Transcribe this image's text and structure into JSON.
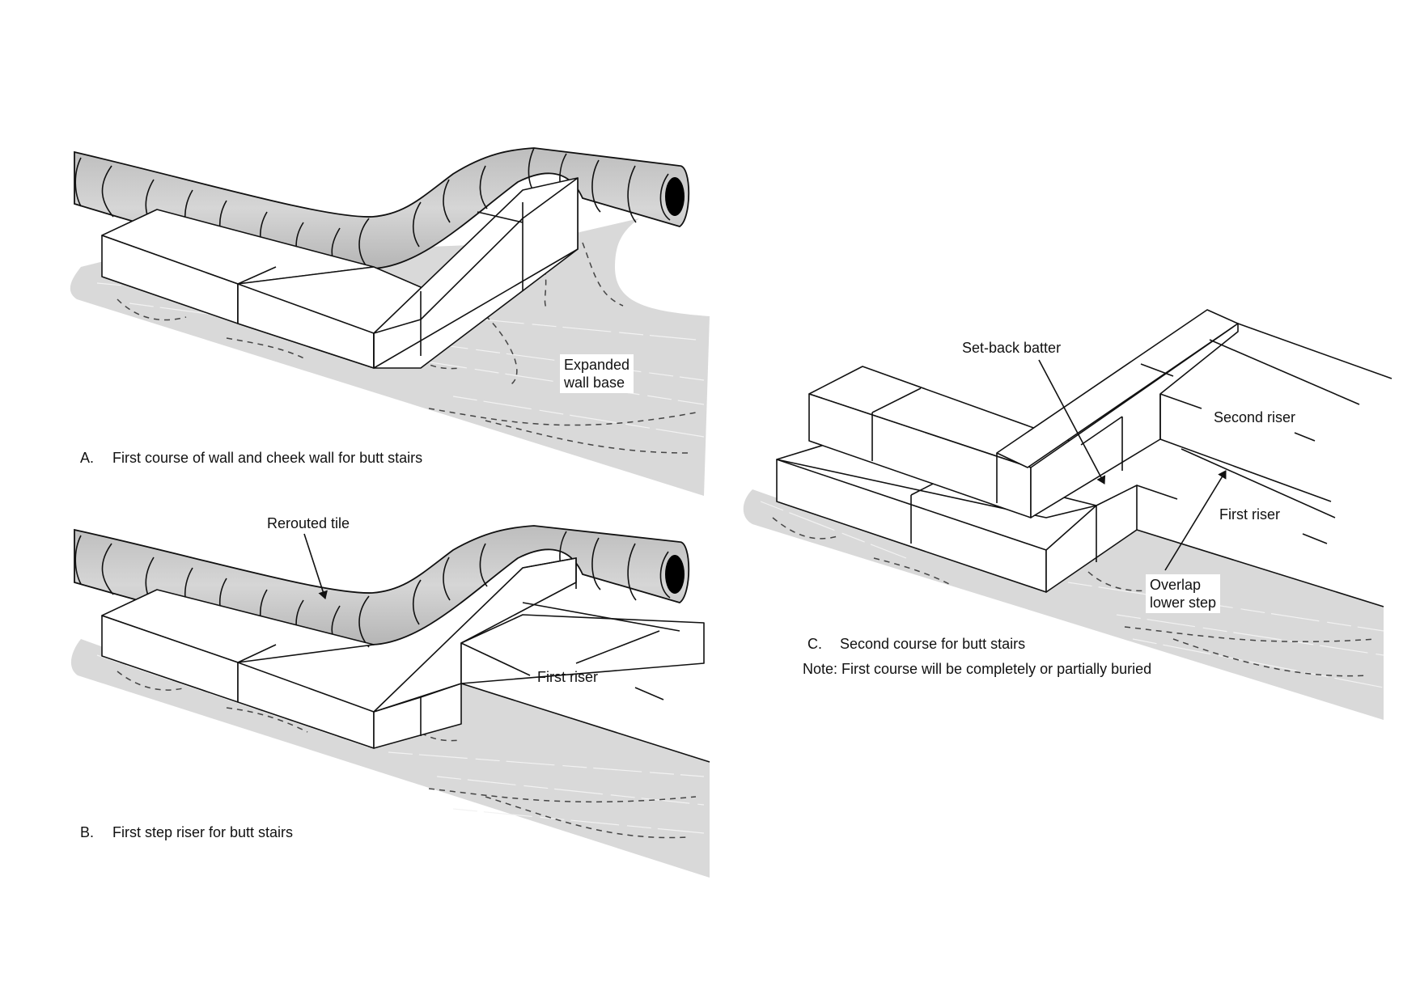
{
  "figure": {
    "panels": [
      {
        "id": "A",
        "letter": "A.",
        "caption": "First course of wall and cheek wall for butt stairs",
        "callouts": [
          {
            "text_line1": "Expanded",
            "text_line2": "wall base"
          }
        ]
      },
      {
        "id": "B",
        "letter": "B.",
        "caption": "First step riser for butt stairs",
        "callouts": [
          {
            "text": "Rerouted tile"
          },
          {
            "text": "First riser"
          }
        ]
      },
      {
        "id": "C",
        "letter": "C.",
        "caption": "Second course for butt stairs",
        "note": "Note: First course will be completely or partially buried",
        "callouts": [
          {
            "text": "Set-back batter"
          },
          {
            "text": "Second riser"
          },
          {
            "text": "First riser"
          },
          {
            "text_line1": "Overlap",
            "text_line2": "lower step"
          }
        ]
      }
    ],
    "colors": {
      "ground": "#d9d9d9",
      "pipe": "#c4c4c4",
      "block": "#ffffff",
      "line": "#111111"
    }
  }
}
